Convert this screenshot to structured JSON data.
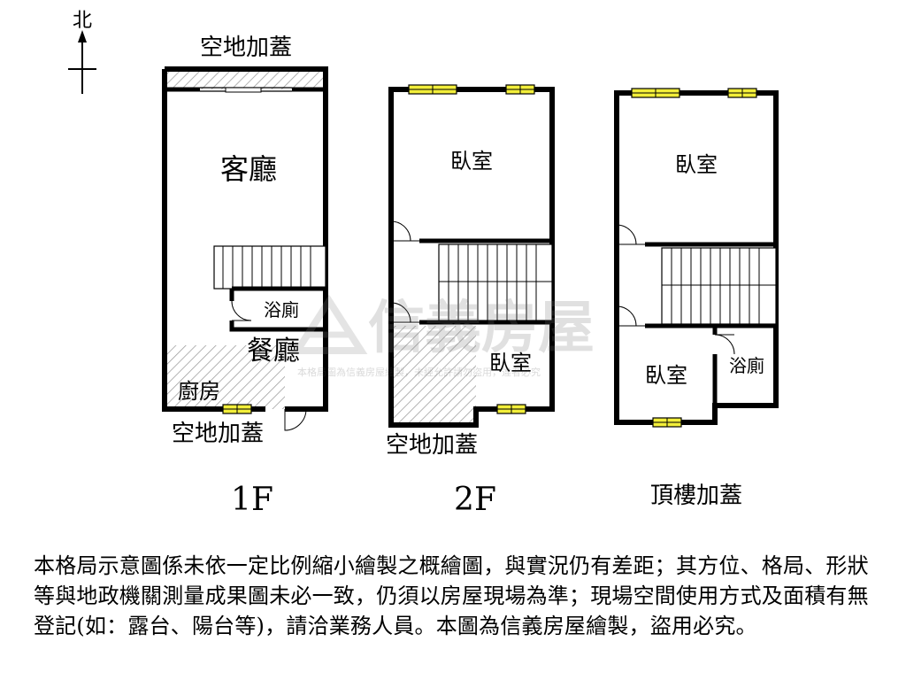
{
  "compass": {
    "north": "北"
  },
  "floor1": {
    "top_label": "空地加蓋",
    "living": "客廳",
    "bath": "浴廁",
    "dining": "餐廳",
    "kitchen": "廚房",
    "bottom_label": "空地加蓋",
    "caption": "1F"
  },
  "floor2": {
    "bedroom_top": "臥室",
    "bedroom_bottom": "臥室",
    "bottom_label": "空地加蓋",
    "caption": "2F"
  },
  "roof": {
    "bedroom_top": "臥室",
    "bedroom_bottom": "臥室",
    "bath": "浴廁",
    "caption": "頂樓加蓋"
  },
  "watermark": {
    "brand": "信義房屋",
    "notice": "本格局圖為信義房屋繪製，未經允許請勿盜用，違者必究"
  },
  "disclaimer": "本格局示意圖係未依一定比例縮小繪製之概繪圖，與實況仍有差距；其方位、格局、形狀等與地政機關測量成果圖未必一致，仍須以房屋現場為準；現場空間使用方式及面積有無登記(如：露台、陽台等)，請洽業務人員。本圖為信義房屋繪製，盜用必究。"
}
